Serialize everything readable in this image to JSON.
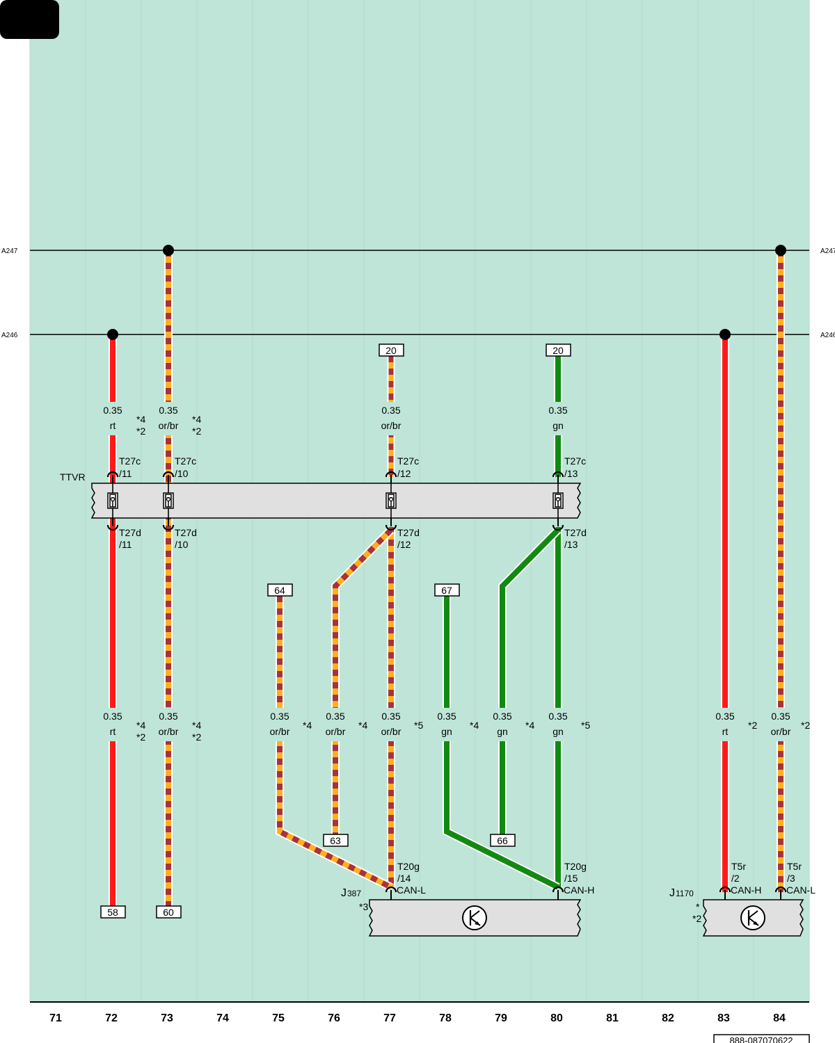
{
  "colors": {
    "background": "#bfe5d8",
    "rt": "#ff1a1a",
    "or": "#ffb020",
    "br": "#a8323c",
    "gn": "#118a11",
    "housing": "#e0e0e0"
  },
  "buses": [
    {
      "label": "A247",
      "right_label": "A247"
    },
    {
      "label": "A246",
      "right_label": "A246"
    }
  ],
  "connector_strip": {
    "label": "TTVR"
  },
  "wire_labels": {
    "upper": [
      {
        "col": "72",
        "size": "0.35",
        "color": "rt",
        "notes": [
          "*4",
          "*2"
        ]
      },
      {
        "col": "73",
        "size": "0.35",
        "color": "or/br",
        "notes": [
          "*4",
          "*2"
        ]
      },
      {
        "col": "77",
        "size": "0.35",
        "color": "or/br",
        "notes": []
      },
      {
        "col": "80",
        "size": "0.35",
        "color": "gn",
        "notes": []
      }
    ],
    "lower": [
      {
        "col": "72",
        "size": "0.35",
        "color": "rt",
        "notes": [
          "*4",
          "*2"
        ]
      },
      {
        "col": "73",
        "size": "0.35",
        "color": "or/br",
        "notes": [
          "*4",
          "*2"
        ]
      },
      {
        "col": "75",
        "size": "0.35",
        "color": "or/br",
        "notes": [
          "*4"
        ]
      },
      {
        "col": "76",
        "size": "0.35",
        "color": "or/br",
        "notes": [
          "*4"
        ]
      },
      {
        "col": "77",
        "size": "0.35",
        "color": "or/br",
        "notes": [
          "*5"
        ]
      },
      {
        "col": "78",
        "size": "0.35",
        "color": "gn",
        "notes": [
          "*4"
        ]
      },
      {
        "col": "79",
        "size": "0.35",
        "color": "gn",
        "notes": [
          "*4"
        ]
      },
      {
        "col": "80",
        "size": "0.35",
        "color": "gn",
        "notes": [
          "*5"
        ]
      },
      {
        "col": "83",
        "size": "0.35",
        "color": "rt",
        "notes": [
          "*2"
        ]
      },
      {
        "col": "84",
        "size": "0.35",
        "color": "or/br",
        "notes": [
          "*2"
        ]
      }
    ]
  },
  "pins_top": [
    {
      "col": "72",
      "connector": "T27c",
      "pin": "/11"
    },
    {
      "col": "73",
      "connector": "T27c",
      "pin": "/10"
    },
    {
      "col": "77",
      "connector": "T27c",
      "pin": "/12"
    },
    {
      "col": "80",
      "connector": "T27c",
      "pin": "/13"
    }
  ],
  "pins_bottom": [
    {
      "col": "72",
      "connector": "T27d",
      "pin": "/11"
    },
    {
      "col": "73",
      "connector": "T27d",
      "pin": "/10"
    },
    {
      "col": "77",
      "connector": "T27d",
      "pin": "/12"
    },
    {
      "col": "80",
      "connector": "T27d",
      "pin": "/13"
    }
  ],
  "refs": {
    "r77_top": "20",
    "r80_top": "20",
    "r75": "64",
    "r78": "67",
    "r76": "63",
    "r79": "66",
    "r72": "58",
    "r73": "60"
  },
  "modules": [
    {
      "id": "J387",
      "name": "J",
      "sub": "387",
      "notes": [
        "*3"
      ],
      "pins": [
        {
          "col": "77",
          "connector": "T20g",
          "pin": "/14",
          "signal": "CAN-L"
        },
        {
          "col": "80",
          "connector": "T20g",
          "pin": "/15",
          "signal": "CAN-H"
        }
      ]
    },
    {
      "id": "J1170",
      "name": "J",
      "sub": "1170",
      "notes": [
        "*",
        "*2"
      ],
      "pins": [
        {
          "col": "83",
          "connector": "T5r",
          "pin": "/2",
          "signal": "CAN-H"
        },
        {
          "col": "84",
          "connector": "T5r",
          "pin": "/3",
          "signal": "CAN-L"
        }
      ]
    }
  ],
  "columns": [
    "71",
    "72",
    "73",
    "74",
    "75",
    "76",
    "77",
    "78",
    "79",
    "80",
    "81",
    "82",
    "83",
    "84"
  ],
  "doc_number": "888-087070622"
}
